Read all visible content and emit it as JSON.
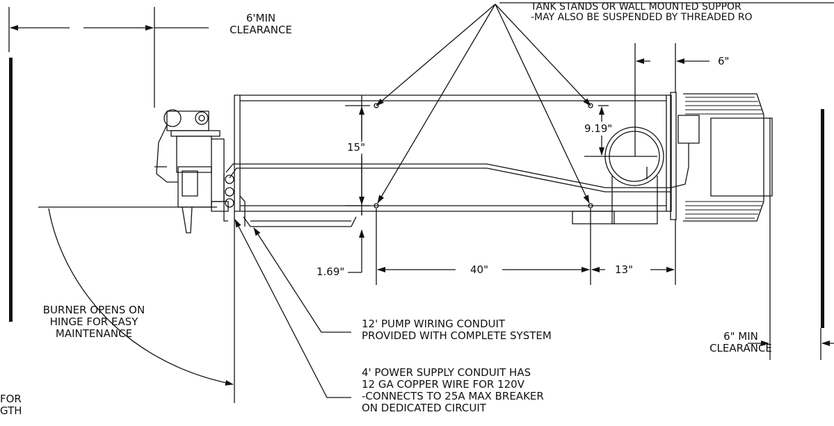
{
  "notes": {
    "tank_stands": [
      "TANK STANDS OR WALL MOUNTED SUPPOR",
      "-MAY ALSO BE SUSPENDED BY THREADED RO"
    ],
    "min_clearance_left": [
      "6'MIN",
      "CLEARANCE"
    ],
    "burner_hinge": [
      "BURNER OPENS ON",
      "HINGE FOR EASY",
      "MAINTENANCE"
    ],
    "pump_wiring": [
      "12' PUMP WIRING CONDUIT",
      "PROVIDED WITH COMPLETE SYSTEM"
    ],
    "power_supply": [
      "4' POWER SUPPLY CONDUIT HAS",
      "12 GA COPPER WIRE FOR 120V",
      "-CONNECTS TO 25A MAX BREAKER",
      "ON DEDICATED CIRCUIT"
    ],
    "min_clearance_right": [
      "6\" MIN",
      "CLEARANCE"
    ],
    "cut_off": [
      "FOR",
      "GTH"
    ]
  },
  "dimensions": {
    "flue_offset": "6\"",
    "flue_height": "9.19\"",
    "stand_spacing_vertical": "15\"",
    "stand_spacing_horizontal": "40\"",
    "stand_to_end": "13\"",
    "bottom_offset": "1.69\""
  },
  "colors": {
    "ink": "#111111",
    "paper": "#ffffff"
  }
}
